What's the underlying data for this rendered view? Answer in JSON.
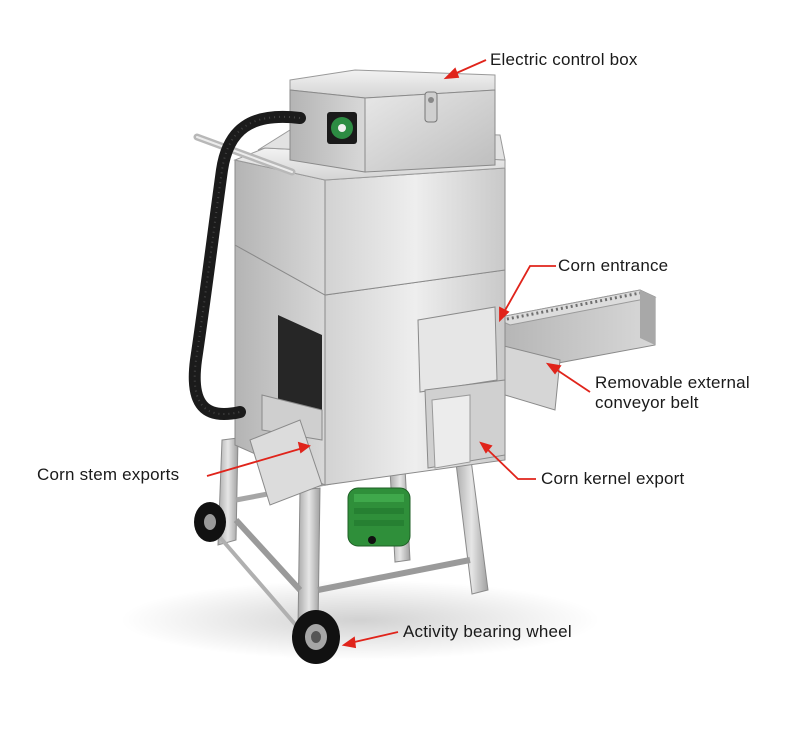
{
  "labels": {
    "electric_control_box": "Electric control box",
    "corn_entrance": "Corn entrance",
    "removable_conveyor_line1": "Removable external",
    "removable_conveyor_line2": "conveyor belt",
    "corn_kernel_export": "Corn kernel export",
    "corn_stem_exports": "Corn stem exports",
    "activity_bearing_wheel": "Activity bearing wheel"
  },
  "colors": {
    "arrow": "#e0241b",
    "steel_light": "#e4e4e4",
    "steel_mid": "#c6c6c6",
    "steel_dark": "#8e8e8e",
    "motor_green": "#2f8f3a",
    "hose": "#1b1b1b"
  }
}
